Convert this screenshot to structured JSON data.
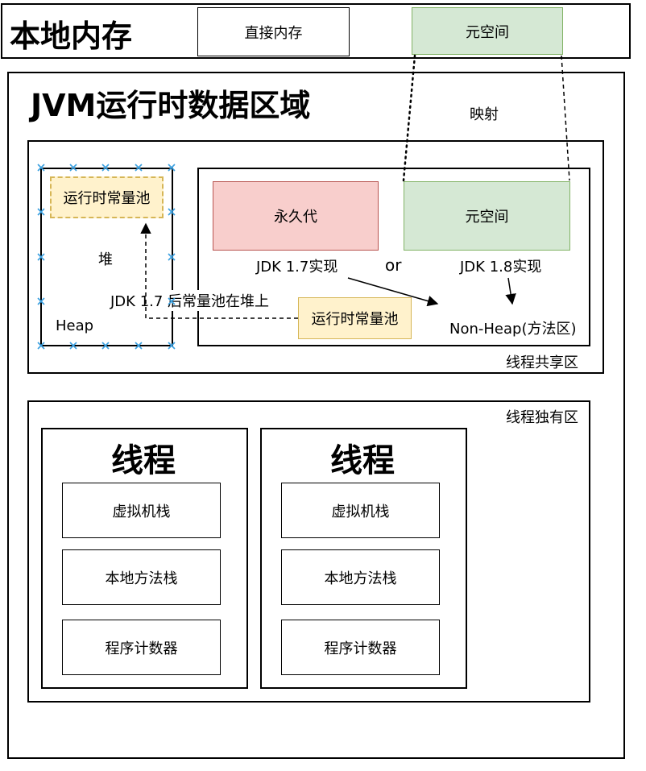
{
  "local_memory": {
    "title": "本地内存",
    "direct_memory": "直接内存",
    "metaspace": "元空间"
  },
  "jvm": {
    "title": "JVM运行时数据区域",
    "mapping_label": "映射",
    "shared": {
      "label": "线程共享区",
      "heap": {
        "label_cn": "堆",
        "label_en": "Heap",
        "constant_pool": "运行时常量池"
      },
      "note_1_7_constant_pool": "JDK 1.7 后常量池在堆上",
      "permgen": "永久代",
      "permgen_version": "JDK 1.7实现",
      "or_label": "or",
      "metaspace": "元空间",
      "metaspace_version": "JDK 1.8实现",
      "constant_pool": "运行时常量池",
      "non_heap": "Non-Heap(方法区)"
    },
    "private": {
      "label": "线程独有区",
      "threads": [
        {
          "title": "线程",
          "vm_stack": "虚拟机栈",
          "native_stack": "本地方法栈",
          "pc": "程序计数器"
        },
        {
          "title": "线程",
          "vm_stack": "虚拟机栈",
          "native_stack": "本地方法栈",
          "pc": "程序计数器"
        }
      ]
    }
  },
  "colors": {
    "metaspace_fill": "#d5e8d4",
    "metaspace_border": "#82b366",
    "permgen_fill": "#f8cecc",
    "permgen_border": "#b85450",
    "pool_fill": "#fff2cc",
    "pool_border": "#d6b656",
    "marker": "#3aa0e0"
  }
}
